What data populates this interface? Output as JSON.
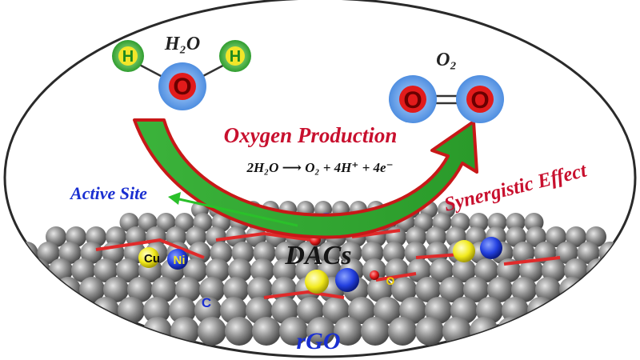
{
  "molecules": {
    "water_label": "H₂O",
    "oxygen_label": "O₂",
    "atom_h": "H",
    "atom_o": "O"
  },
  "labels": {
    "oxygen_production": "Oxygen Production",
    "reaction": "2H₂O ⟶ O₂ + 4H⁺ + 4e⁻",
    "active_site": "Active Site",
    "synergistic_effect": "Synergistic Effect",
    "dacs": "DACs",
    "rgo": "rGO",
    "cu": "Cu",
    "ni": "Ni",
    "c": "C",
    "o_small": "O"
  },
  "icons": {
    "water": "water-molecule-icon",
    "oxygen": "oxygen-molecule-icon",
    "arrow": "curved-arrow-icon",
    "pointer": "active-site-pointer-icon"
  },
  "colors": {
    "text_red": "#c8102e",
    "text_blue": "#1a2fd1",
    "text_dark": "#222222",
    "atom_o_fill": "#e21b1b",
    "atom_o_ring": "#5aa0e6",
    "atom_h_fill": "#f2e629",
    "atom_h_ring": "#3fae3f",
    "arrow_green": "#2ca22c",
    "arrow_red": "#c81818",
    "graphene": "#8a8a8a",
    "cu": "#f4f01e",
    "ni": "#1f3de0"
  }
}
